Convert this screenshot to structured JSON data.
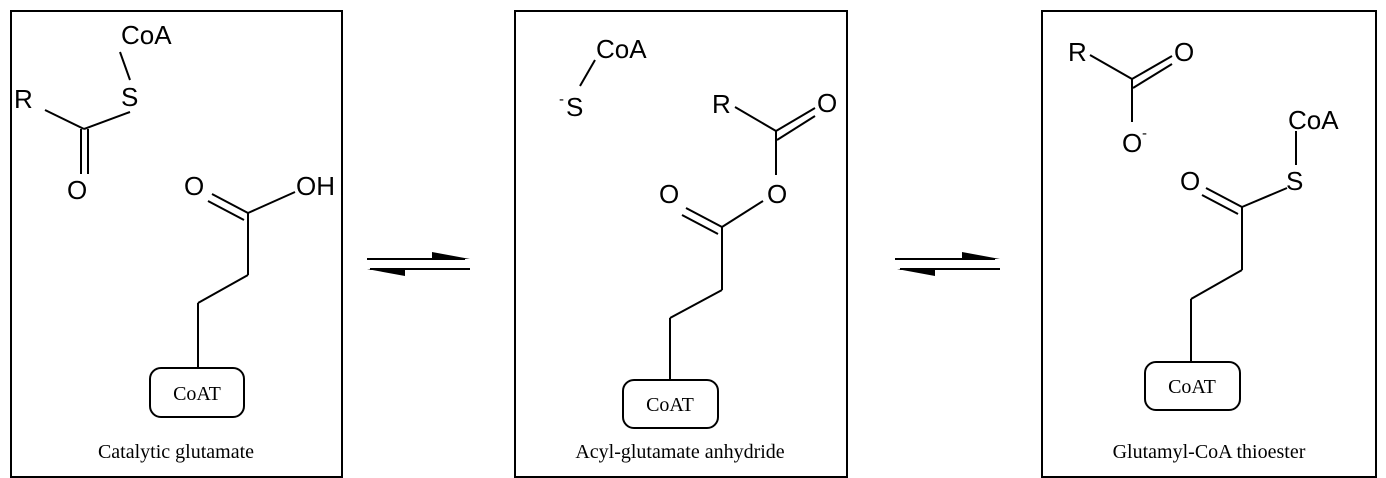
{
  "panels": [
    {
      "caption": "Catalytic glutamate",
      "enzyme": "CoAT",
      "atoms": {
        "coa": "CoA",
        "s": "S",
        "r": "R",
        "o_carbonyl": "O",
        "o_acid": "O",
        "oh": "OH"
      }
    },
    {
      "caption": "Acyl-glutamate anhydride",
      "enzyme": "CoAT",
      "atoms": {
        "coa": "CoA",
        "s_minus": "S",
        "minus": "-",
        "r": "R",
        "o_acyl": "O",
        "o_bridge": "O",
        "o_glu": "O"
      }
    },
    {
      "caption": "Glutamyl-CoA thioester",
      "enzyme": "CoAT",
      "atoms": {
        "r": "R",
        "o_top": "O",
        "o_minus": "O",
        "minus": "-",
        "coa": "CoA",
        "s": "S",
        "o_glu": "O"
      }
    }
  ],
  "arrows": [
    {
      "type": "equilibrium"
    },
    {
      "type": "equilibrium"
    }
  ]
}
